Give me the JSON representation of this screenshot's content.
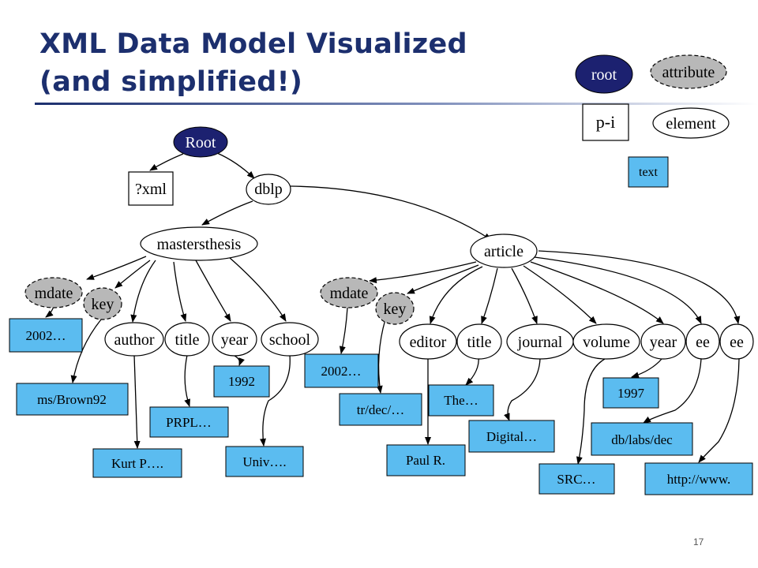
{
  "slide": {
    "title_line1": "XML Data Model Visualized",
    "title_line2": "(and simplified!)",
    "slide_number": "17"
  },
  "legend": {
    "root": "root",
    "attribute": "attribute",
    "pi": "p-i",
    "element": "element",
    "text": "text"
  },
  "colors": {
    "root_fill": "#1c2170",
    "attribute_fill": "#b8b8b8",
    "text_fill": "#5bbcf0",
    "title": "#1c2f6e"
  },
  "nodes": {
    "root": "Root",
    "xml": "?xml",
    "dblp": "dblp",
    "mastersthesis": "mastersthesis",
    "article": "article",
    "mt_mdate": "mdate",
    "mt_key": "key",
    "mt_author": "author",
    "mt_title": "title",
    "mt_year": "year",
    "mt_school": "school",
    "ar_mdate": "mdate",
    "ar_key": "key",
    "ar_editor": "editor",
    "ar_title": "title",
    "ar_journal": "journal",
    "ar_volume": "volume",
    "ar_year": "year",
    "ar_ee1": "ee",
    "ar_ee2": "ee"
  },
  "texts": {
    "mt_mdate_val": "2002…",
    "mt_key_val": "ms/Brown92",
    "mt_author_val": "Kurt P….",
    "mt_title_val": "PRPL…",
    "mt_year_val": "1992",
    "mt_school_val": "Univ….",
    "ar_mdate_val": "2002…",
    "ar_key_val": "tr/dec/…",
    "ar_editor_val": "Paul R.",
    "ar_title_val": "The…",
    "ar_journal_val": "Digital…",
    "ar_volume_val": "SRC…",
    "ar_year_val": "1997",
    "ar_ee1_val": "db/labs/dec",
    "ar_ee2_val": "http://www."
  }
}
